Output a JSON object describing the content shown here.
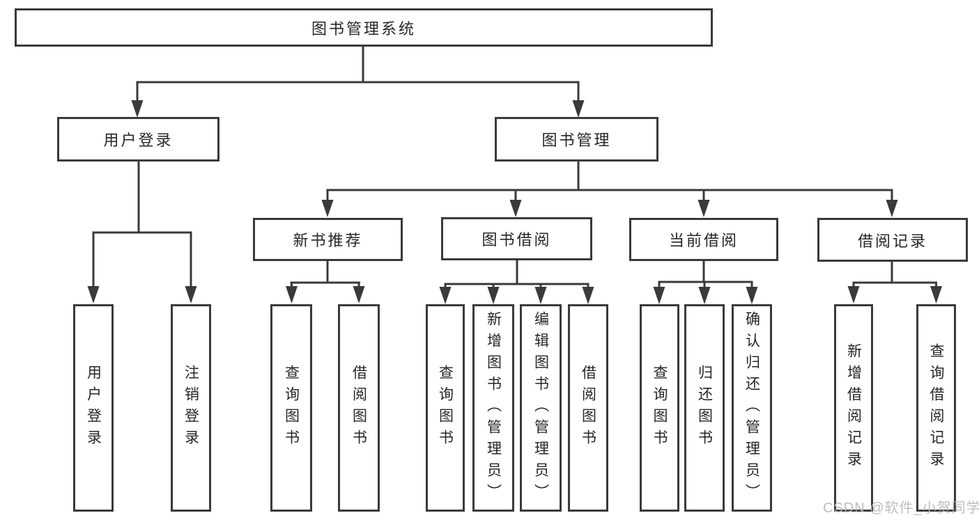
{
  "diagram_type": "functional-structure-tree",
  "colors": {
    "background": "#ffffff",
    "line": "#3a3a3a",
    "box_border": "#3a3a3a",
    "box_fill": "#ffffff",
    "text": "#262626",
    "watermark": "#b8b8b8"
  },
  "tree": {
    "root": {
      "label": "图书管理系统",
      "children": [
        {
          "label": "用户登录",
          "children": [
            {
              "label": "用户登录"
            },
            {
              "label": "注销登录"
            }
          ]
        },
        {
          "label": "图书管理",
          "children": [
            {
              "label": "新书推荐",
              "children": [
                {
                  "label": "查询图书"
                },
                {
                  "label": "借阅图书"
                }
              ]
            },
            {
              "label": "图书借阅",
              "children": [
                {
                  "label": "查询图书"
                },
                {
                  "label": "新增图书（管理员）"
                },
                {
                  "label": "编辑图书（管理员）"
                },
                {
                  "label": "借阅图书"
                }
              ]
            },
            {
              "label": "当前借阅",
              "children": [
                {
                  "label": "查询图书"
                },
                {
                  "label": "归还图书"
                },
                {
                  "label": "确认归还（管理员）"
                }
              ]
            },
            {
              "label": "借阅记录",
              "children": [
                {
                  "label": "新增借阅记录"
                },
                {
                  "label": "查询借阅记录"
                }
              ]
            }
          ]
        }
      ]
    }
  },
  "watermark": {
    "text": "CSDN @软件_小贺同学"
  }
}
